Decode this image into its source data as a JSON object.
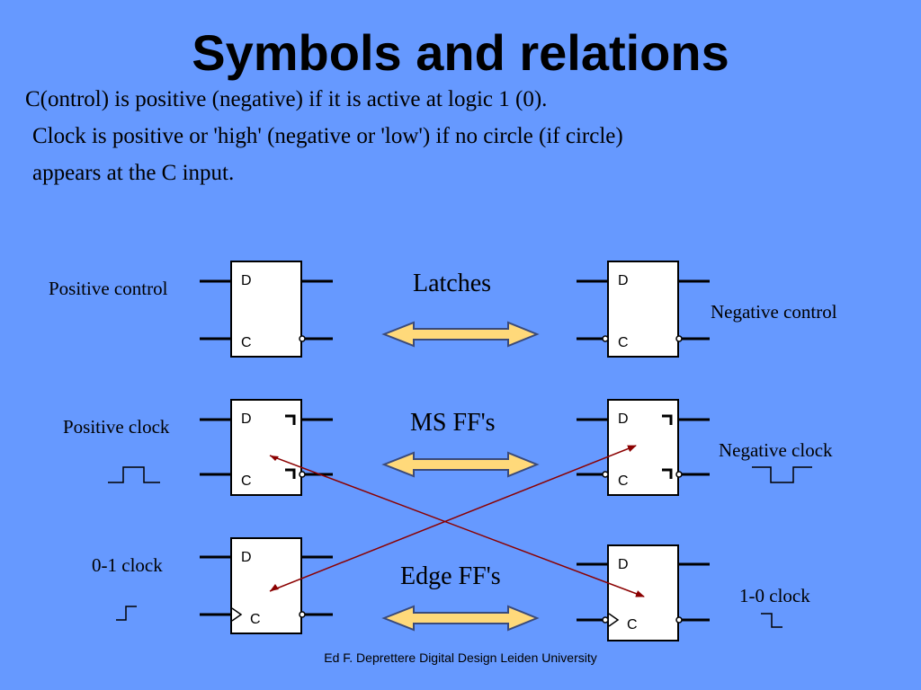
{
  "title": "Symbols and relations",
  "text": {
    "line1": "C(ontrol) is positive (negative) if  it is active at logic 1 (0).",
    "line2": "Clock is positive or  'high'  (negative or 'low')  if  no circle (if circle)",
    "line3": "appears at the C input."
  },
  "labels": {
    "positive_control": "Positive control",
    "negative_control": "Negative control",
    "positive_clock": "Positive clock",
    "negative_clock": "Negative clock",
    "clock_0_1": "0-1 clock",
    "clock_1_0": "1-0 clock"
  },
  "categories": {
    "latches": "Latches",
    "ms_ff": "MS FF's",
    "edge_ff": "Edge FF's"
  },
  "pins": {
    "d": "D",
    "c": "C"
  },
  "footer": "Ed F. Deprettere  Digital Design  Leiden University",
  "colors": {
    "background": "#6699ff",
    "arrow_fill": "#ffd97a",
    "arrow_stroke": "#3a4a7a",
    "cross_arrows": "#8b0000"
  }
}
